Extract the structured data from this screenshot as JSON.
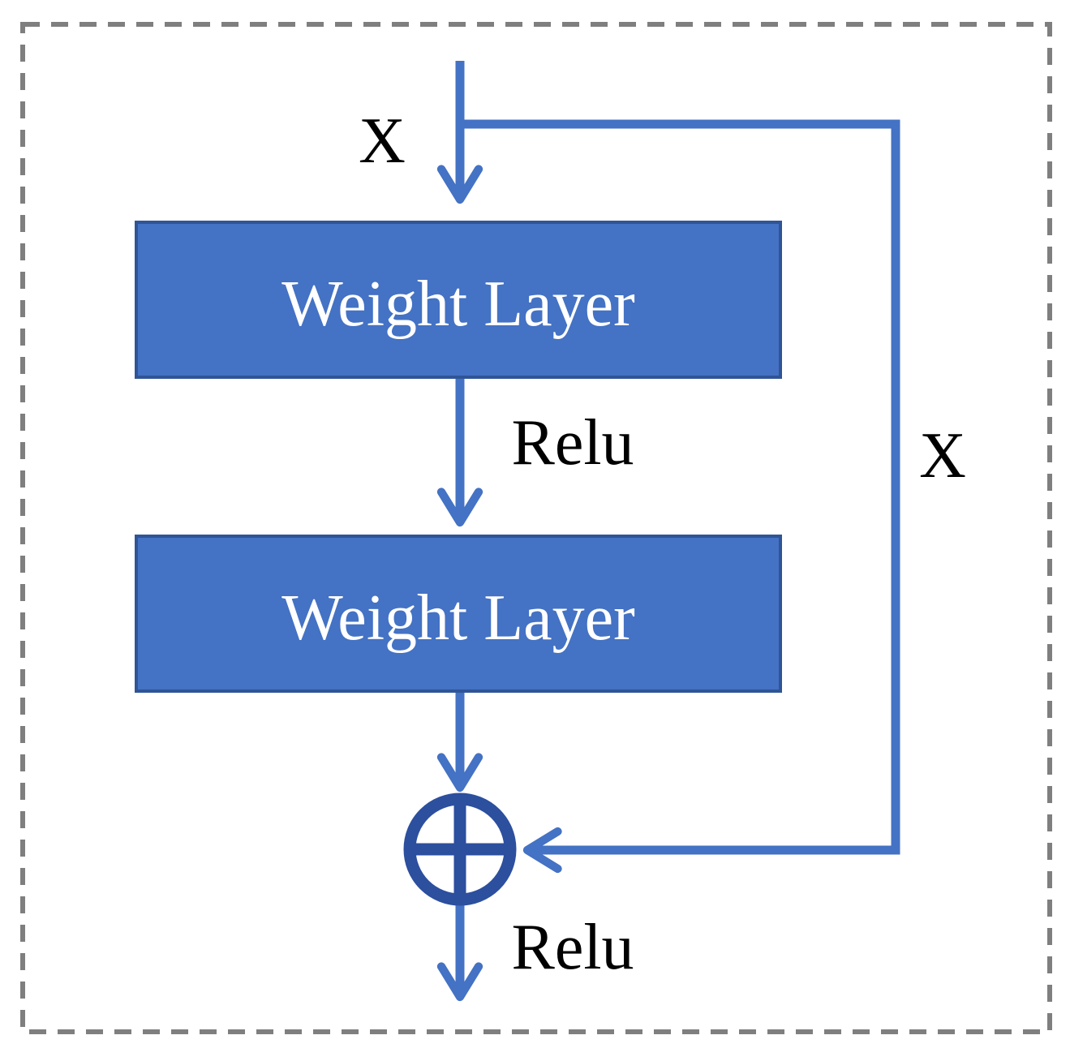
{
  "colors": {
    "arrow": "#4472C4",
    "box_fill": "#4472C4",
    "box_border": "#2F5597",
    "box_text": "#FFFFFF",
    "sum_symbol": "#2C4F9E",
    "dashed_border": "#7F7F7F",
    "label_text": "#000000"
  },
  "nodes": {
    "weight_layer_1": {
      "label": "Weight Layer"
    },
    "weight_layer_2": {
      "label": "Weight Layer"
    },
    "sum": {
      "icon": "circle-plus-icon"
    }
  },
  "labels": {
    "input_x": "X",
    "skip_x": "X",
    "relu_between": "Relu",
    "relu_output": "Relu"
  }
}
